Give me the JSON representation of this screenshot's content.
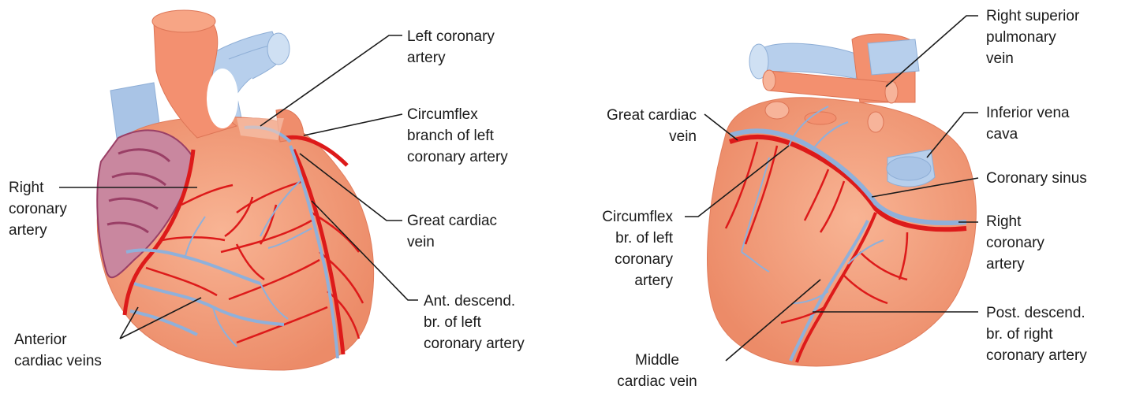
{
  "anterior_view": {
    "labels": {
      "left_coronary_artery": "Left coronary\nartery",
      "circumflex_branch": "Circumflex\nbranch of left\ncoronary artery",
      "great_cardiac_vein": "Great cardiac\nvein",
      "ant_descend_branch": "Ant. descend.\nbr. of left\ncoronary artery",
      "right_coronary_artery": "Right\ncoronary\nartery",
      "anterior_cardiac_veins": "Anterior\ncardiac veins"
    }
  },
  "posterior_view": {
    "labels": {
      "right_superior_pulmonary_vein": "Right superior\npulmonary\nvein",
      "inferior_vena_cava": "Inferior vena\ncava",
      "coronary_sinus": "Coronary sinus",
      "right_coronary_artery": "Right\ncoronary\nartery",
      "post_descend_branch": "Post. descend.\nbr. of right\ncoronary artery",
      "great_cardiac_vein": "Great cardiac\nvein",
      "circumflex_branch": "Circumflex\nbr. of left\ncoronary\nartery",
      "middle_cardiac_vein": "Middle\ncardiac vein"
    }
  },
  "colors": {
    "heart_fill": "#f4a07e",
    "heart_shade": "#e98a68",
    "aorta": "#f3906f",
    "vessel_blue": "#9bb8dc",
    "vein_blue_light": "#bcd3ee",
    "artery_red": "#dd1a1a",
    "atrium_purple": "#b25a86",
    "leader_line": "#1a1a1a"
  }
}
